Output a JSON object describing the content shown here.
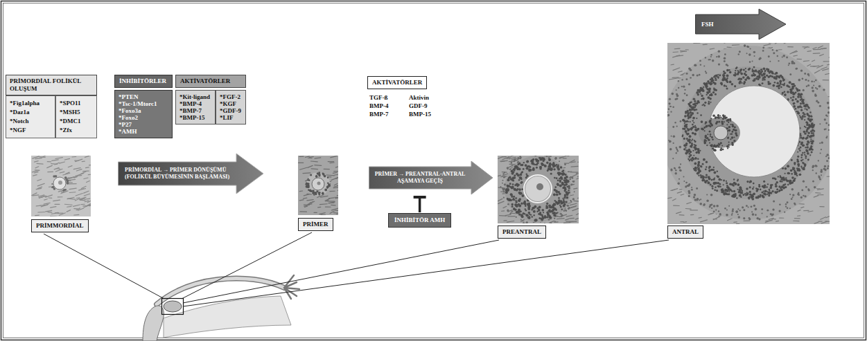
{
  "diagram": {
    "nodes": [
      {
        "text": [
          "FSH"
        ]
      },
      {
        "text": [
          "PRİMORDİAL FOLİKÜL OLUŞUM"
        ]
      },
      {
        "text": [
          "*Fig1alpha",
          "*Daz1a",
          "*Notch",
          "*NGF"
        ]
      },
      {
        "text": [
          "*SPO11",
          "*MSH5",
          "*DMC1",
          "*Zfx"
        ]
      },
      {
        "text": [
          "İNHİBİTÖRLER"
        ]
      },
      {
        "text": [
          "*PTEN",
          "*Tsc-1/Mtorc1",
          "*Foxo3a",
          "*Foxo2",
          "*P27",
          "*AMH"
        ]
      },
      {
        "text": [
          "AKTİVATÖRLER"
        ]
      },
      {
        "text": [
          "*Kit-ligand",
          "*BMP-4",
          "*BMP-7",
          "*BMP-15"
        ]
      },
      {
        "text": [
          "*FGF-2",
          "*KGF",
          "*GDF-9",
          "*LIF"
        ]
      },
      {
        "text": [
          "AKTİVATÖRLER"
        ]
      },
      {
        "text": [
          "PRİMORDİAL → PRİMER DÖNÜŞÜMÜ",
          "(FOLİKÜL BÜYÜMESİNİN BAŞLAMASI)"
        ]
      },
      {
        "text": [
          "PRİMER → PREANTRAL-ANTRAL",
          "AŞAMAYA GEÇİŞ"
        ]
      },
      {
        "text": [
          "İNHİBİTÖR AMH"
        ]
      },
      {
        "text": [
          "PRİMMORDİAL"
        ]
      },
      {
        "text": [
          "PRİMER"
        ]
      },
      {
        "text": [
          "PREANTRAL"
        ]
      },
      {
        "text": [
          "ANTRAL"
        ]
      }
    ],
    "edges": [
      {
        "from": 12,
        "to": 11,
        "arrow": "to"
      }
    ],
    "labels": [
      "TGF-ß",
      "Aktivin",
      "BMP-4",
      "GDF-9",
      "BMP-7",
      "BMP-15"
    ]
  }
}
